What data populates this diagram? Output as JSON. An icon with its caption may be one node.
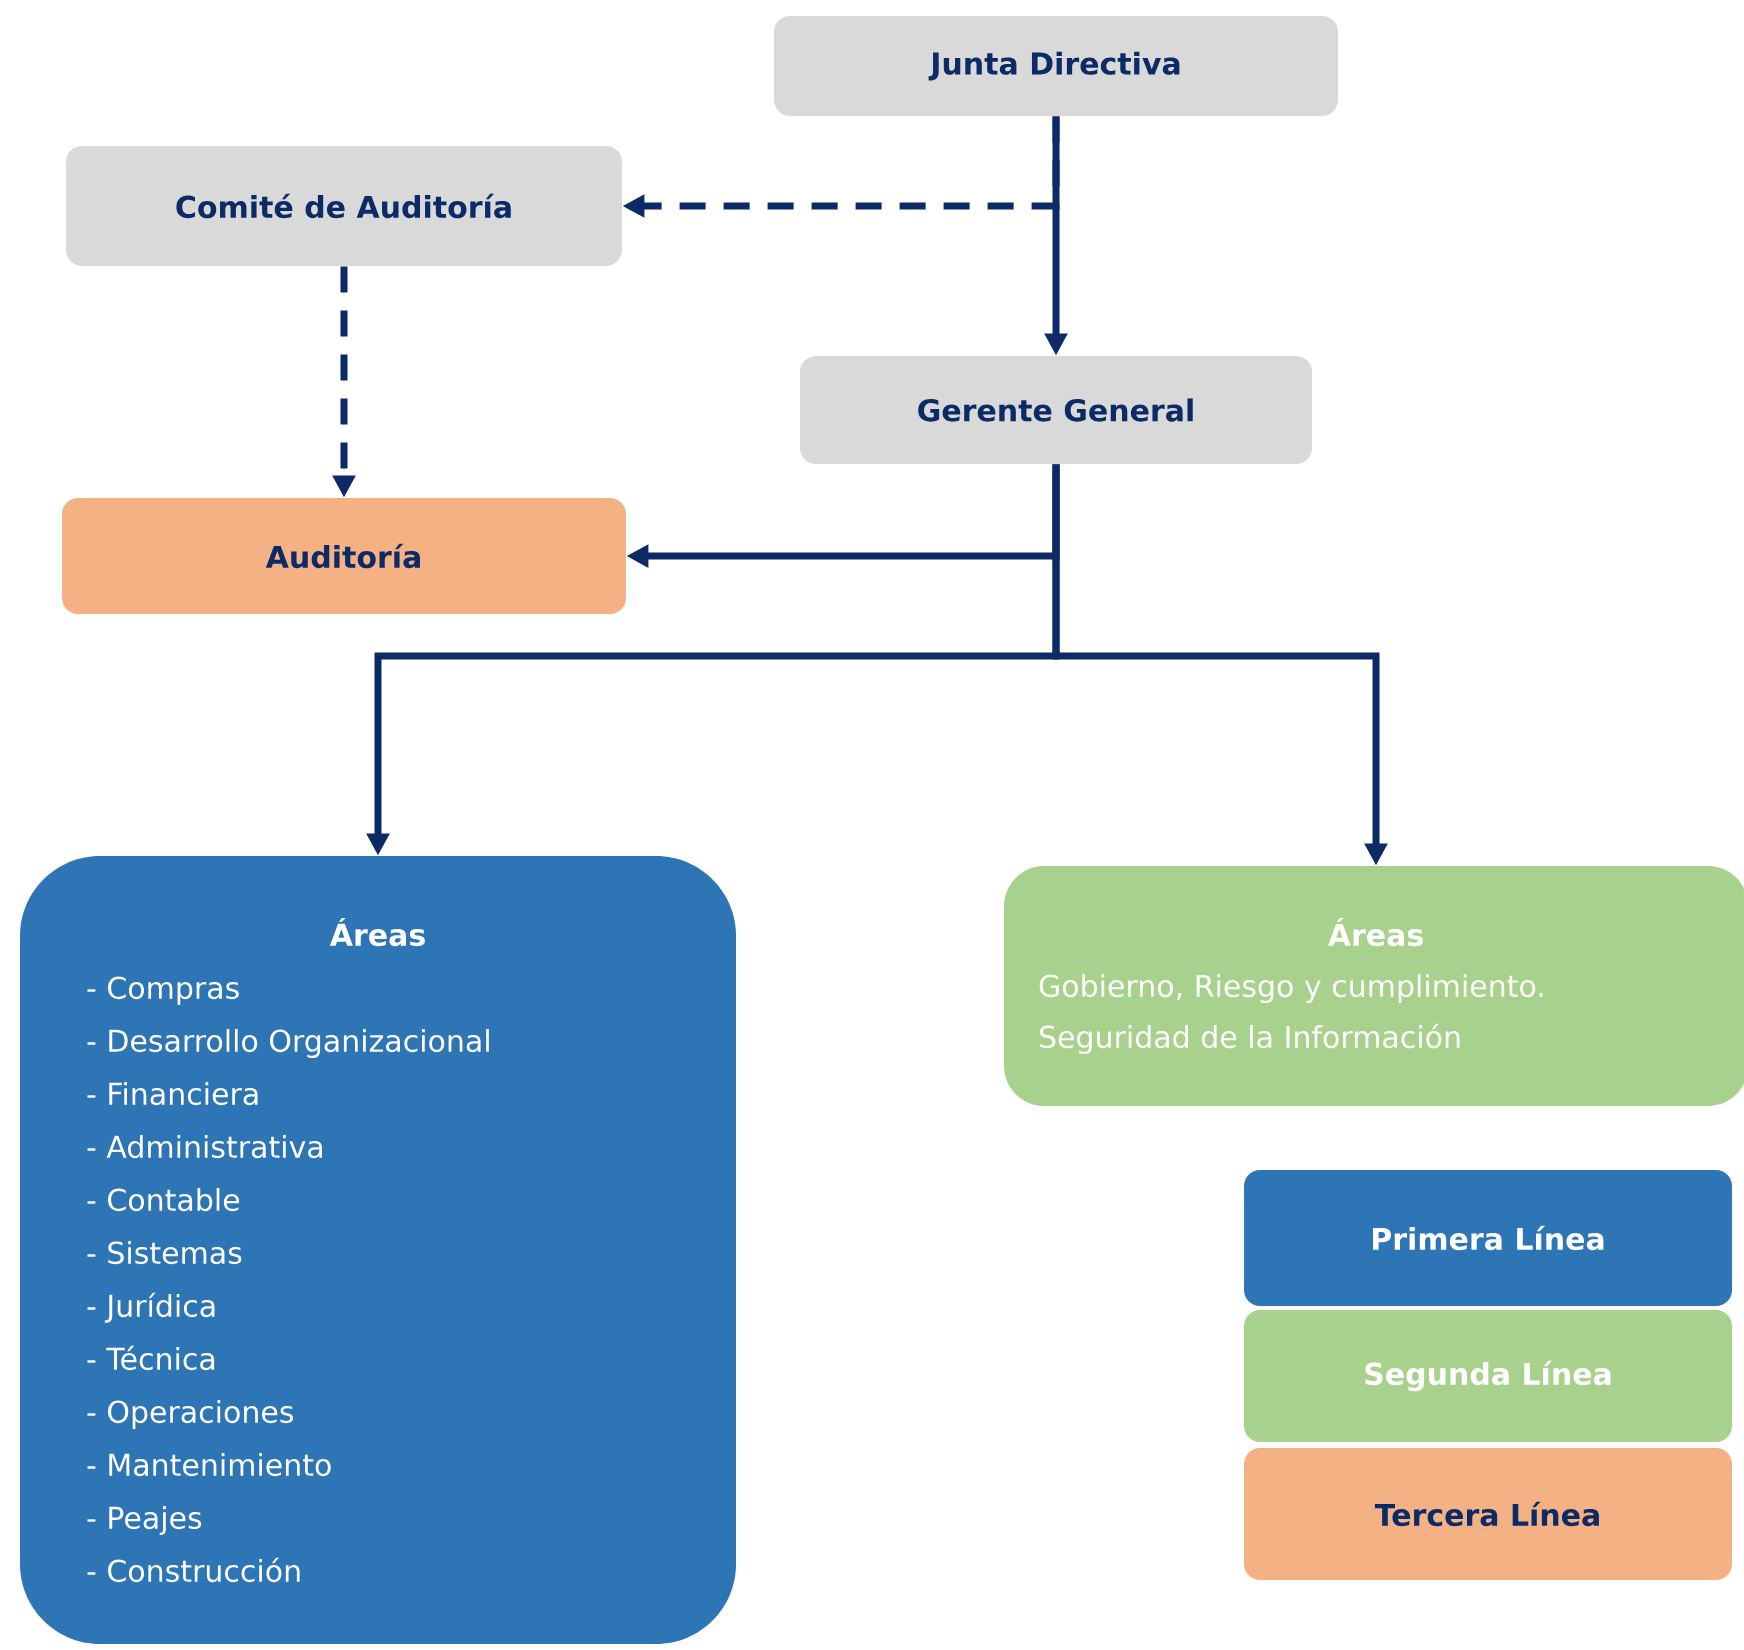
{
  "diagram": {
    "nodes": [
      {
        "text": [
          "Junta Directiva"
        ]
      },
      {
        "text": [
          "Comité de Auditoría"
        ]
      },
      {
        "text": [
          "Gerente General"
        ]
      },
      {
        "text": [
          "Auditoría"
        ]
      },
      {
        "text": [
          "Áreas",
          "- Compras",
          "- Desarrollo Organizacional",
          "- Financiera",
          "- Administrativa",
          "- Contable",
          "- Sistemas",
          "- Jurídica",
          "- Técnica",
          "- Operaciones",
          "- Mantenimiento",
          "- Peajes",
          "- Construcción"
        ]
      },
      {
        "text": [
          "Áreas",
          "Gobierno, Riesgo y cumplimiento.",
          "Seguridad de la Información"
        ]
      },
      {
        "text": [
          "Primera Línea"
        ]
      },
      {
        "text": [
          "Segunda Línea"
        ]
      },
      {
        "text": [
          "Tercera Línea"
        ]
      }
    ],
    "edges": [
      {
        "from": 0,
        "to": 2,
        "arrow": "to"
      },
      {
        "from": 0,
        "to": 1,
        "arrow": "to",
        "style": "dashed"
      },
      {
        "from": 1,
        "to": 3,
        "arrow": "to",
        "style": "dashed"
      },
      {
        "from": 2,
        "to": 3,
        "arrow": "to"
      },
      {
        "from": 2,
        "to": 4,
        "arrow": "to"
      },
      {
        "from": 2,
        "to": 5,
        "arrow": "to"
      }
    ]
  }
}
